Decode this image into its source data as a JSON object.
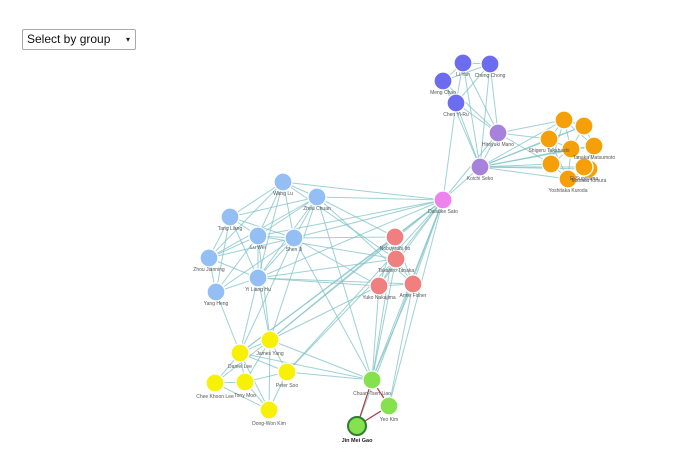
{
  "controls": {
    "select_label": "Select by group",
    "caret": "▾"
  },
  "groups": {
    "blue": "#93bff5",
    "yellow": "#f7f007",
    "pink": "#ee82ee",
    "red": "#f08080",
    "green": "#86e14f",
    "purple": "#a782dd",
    "indigo": "#6c6cf0",
    "orange": "#f5a009"
  },
  "nodes": [
    {
      "id": "n1",
      "label": "Wang Lu",
      "group": "blue"
    },
    {
      "id": "n2",
      "label": "Zhou Chuan",
      "group": "blue"
    },
    {
      "id": "n3",
      "label": "Tang Liang",
      "group": "blue"
    },
    {
      "id": "n4",
      "label": "Lu Wei",
      "group": "blue"
    },
    {
      "id": "n5",
      "label": "Shen Ji",
      "group": "blue"
    },
    {
      "id": "n6",
      "label": "Zhou Jianning",
      "group": "blue"
    },
    {
      "id": "n7",
      "label": "Yi Liang Hu",
      "group": "blue"
    },
    {
      "id": "n8",
      "label": "Yang Heng",
      "group": "blue"
    },
    {
      "id": "n9",
      "label": "Daisuke Sato",
      "group": "pink"
    },
    {
      "id": "n10",
      "label": "Nobuyoshi Ito",
      "group": "red"
    },
    {
      "id": "n11",
      "label": "Takahiro Tanaka",
      "group": "red"
    },
    {
      "id": "n12",
      "label": "Yuko Nakajima",
      "group": "red"
    },
    {
      "id": "n13",
      "label": "Anne Fisher",
      "group": "red"
    },
    {
      "id": "n14",
      "label": "James Yang",
      "group": "yellow"
    },
    {
      "id": "n15",
      "label": "Daniel Lee",
      "group": "yellow"
    },
    {
      "id": "n16",
      "label": "Chee Khoon Lee",
      "group": "yellow"
    },
    {
      "id": "n17",
      "label": "Tony Moo",
      "group": "yellow"
    },
    {
      "id": "n18",
      "label": "Peter Soo",
      "group": "yellow"
    },
    {
      "id": "n19",
      "label": "Dong-Won Kim",
      "group": "yellow"
    },
    {
      "id": "n20",
      "label": "Chuan-Tsen Liao",
      "group": "green"
    },
    {
      "id": "n21",
      "label": "Yeo Kim",
      "group": "green"
    },
    {
      "id": "n22",
      "label": "Jin Mei Gao",
      "group": "green"
    },
    {
      "id": "n23",
      "label": "Hiroyuki Mano",
      "group": "purple"
    },
    {
      "id": "n24",
      "label": "Koichi Seko",
      "group": "purple"
    },
    {
      "id": "n25",
      "label": "Li Yan",
      "group": "indigo"
    },
    {
      "id": "n26",
      "label": "Cheng Chong",
      "group": "indigo"
    },
    {
      "id": "n27",
      "label": "Meng Chao",
      "group": "indigo"
    },
    {
      "id": "n28",
      "label": "Chen Yi-Ru",
      "group": "indigo"
    },
    {
      "id": "n29",
      "label": "",
      "group": "orange"
    },
    {
      "id": "n30",
      "label": "",
      "group": "orange"
    },
    {
      "id": "n31",
      "label": "Shigeru Takahashi",
      "group": "orange"
    },
    {
      "id": "n32",
      "label": "",
      "group": "orange"
    },
    {
      "id": "n33",
      "label": "Tanaka Matsumoto",
      "group": "orange"
    },
    {
      "id": "n34",
      "label": "",
      "group": "orange"
    },
    {
      "id": "n35",
      "label": "Yoshitaka Kuroda",
      "group": "orange"
    },
    {
      "id": "n36",
      "label": "Masaka Kimura",
      "group": "orange"
    },
    {
      "id": "n37",
      "label": "Ei Sugiyama",
      "group": "orange"
    }
  ]
}
